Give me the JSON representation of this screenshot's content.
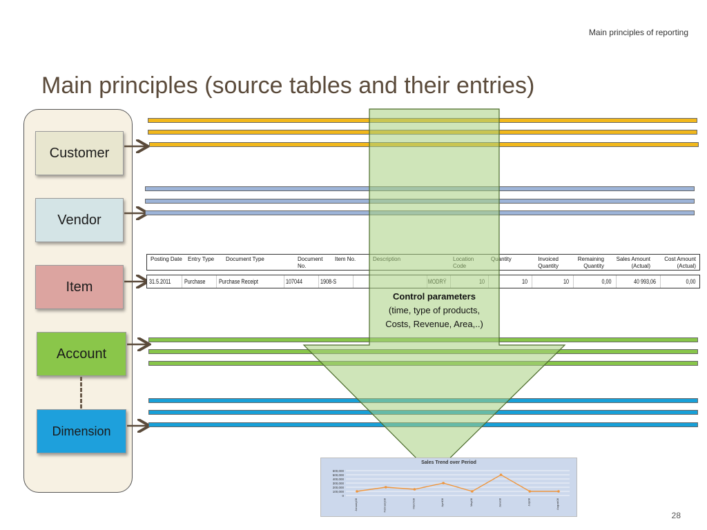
{
  "header": {
    "title": "Main principles of reporting"
  },
  "slide": {
    "title": "Main principles (source tables and their entries)",
    "page_number": "28"
  },
  "entities": {
    "customer": "Customer",
    "vendor": "Vendor",
    "item": "Item",
    "account": "Account",
    "dimension": "Dimension"
  },
  "colors": {
    "customer": "#e8e6cf",
    "vendor": "#d4e4e6",
    "item": "#dca4a0",
    "account": "#8ac64a",
    "dimension": "#1ea0dc",
    "arrow": "#a8d080",
    "chart_line": "#f0963c"
  },
  "entry_table": {
    "headers": [
      [
        "Posting Date"
      ],
      [
        "Entry Type"
      ],
      [
        "Document Type"
      ],
      [
        "Document",
        "No."
      ],
      [
        "Item No."
      ],
      [
        "Description"
      ],
      [
        "Location",
        "Code"
      ],
      [
        "Quantity"
      ],
      [
        "Invoiced",
        "Quantity"
      ],
      [
        "Remaining",
        "Quantity"
      ],
      [
        "Sales Amount",
        "(Actual)"
      ],
      [
        "Cost Amount",
        "(Actual)"
      ]
    ],
    "row": [
      "31.5.2011",
      "Purchase",
      "Purchase Receipt",
      "107044",
      "1908-S",
      "",
      "MODRÝ",
      "10",
      "10",
      "10",
      "0,00",
      "40 993,06",
      "0,00"
    ]
  },
  "control": {
    "title": "Control parameters",
    "lines": [
      "(time, type of products,",
      "Costs, Revenue, Area,..)"
    ]
  },
  "chart_data": {
    "type": "line",
    "title": "Sales Trend over Period",
    "categories": [
      "January08",
      "February08",
      "March08",
      "April08",
      "May08",
      "June08",
      "July08",
      "August08"
    ],
    "series": [
      {
        "values": [
          100000,
          200000,
          150000,
          300000,
          100000,
          500000,
          100000,
          100000
        ]
      }
    ],
    "yticks": [
      "600,000",
      "500,000",
      "400,000",
      "300,000",
      "200,000",
      "100,000",
      "0"
    ],
    "ylim": [
      0,
      600000
    ],
    "grid": true
  }
}
